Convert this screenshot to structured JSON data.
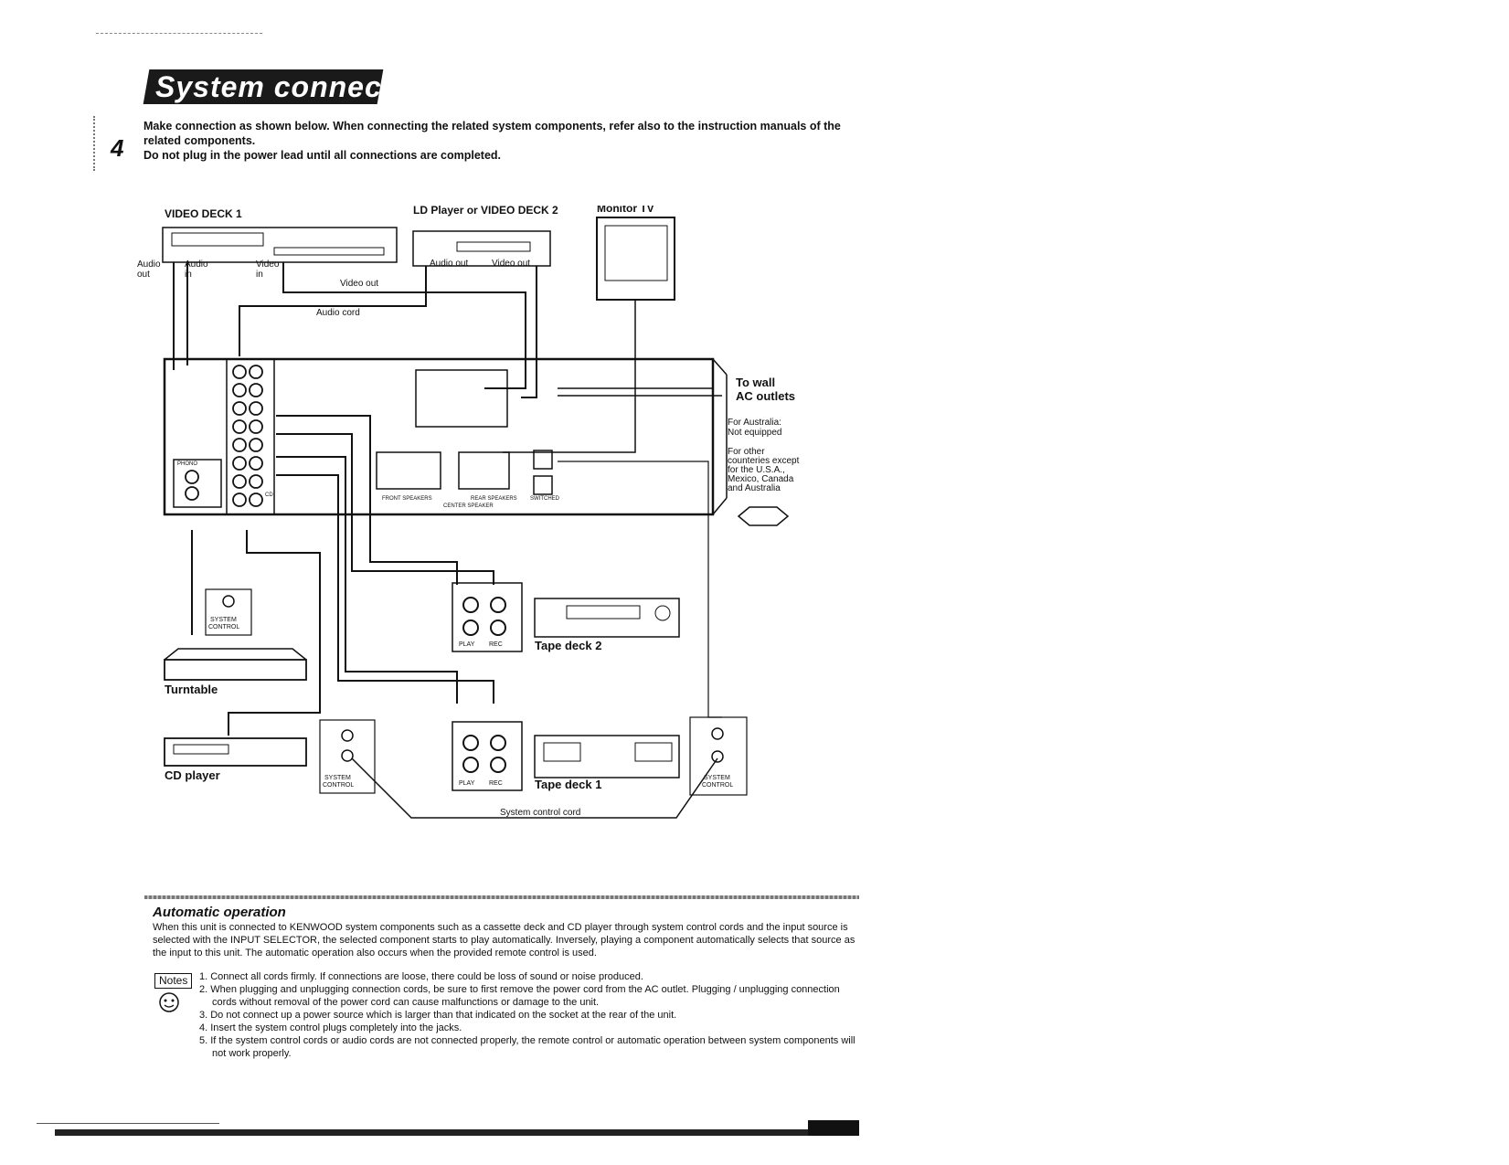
{
  "page": {
    "title": "System connection",
    "intro_number": "4",
    "intro": [
      "Make connection as shown below. When connecting the related system components, refer also to the instruction manuals of the related components.",
      "Do not plug in the power lead until all connections are completed."
    ]
  },
  "diagram": {
    "video_deck_1": "VIDEO DECK 1",
    "ld_player": "LD Player or VIDEO DECK 2",
    "monitor_tv": "Monitor TV",
    "audio_out_1": "Audio",
    "audio_out_2": "out",
    "audio_in_1": "Audio",
    "audio_in_2": "in",
    "video_in_1": "Video",
    "video_in_2": "in",
    "ld_audio_out": "Audio out",
    "ld_video_out": "Video out",
    "video_out_cord": "Video out",
    "audio_cord": "Audio cord",
    "to_wall_1": "To wall",
    "to_wall_2": "AC outlets",
    "australia_1": "For Australia:",
    "australia_2": "Not equipped",
    "other_1": "For other",
    "other_2": "counteries except",
    "other_3": "for the U.S.A.,",
    "other_4": "Mexico, Canada",
    "other_5": "and Australia",
    "system_control_1": "SYSTEM",
    "system_control_2": "CONTROL",
    "play": "PLAY",
    "rec": "REC",
    "tape_deck_2": "Tape deck 2",
    "tape_deck_1": "Tape deck 1",
    "turntable": "Turntable",
    "cd_player": "CD player",
    "system_control_cord": "System control cord",
    "phono": "PHONO",
    "cd": "CD",
    "front_speakers": "FRONT SPEAKERS",
    "center_speaker": "CENTER SPEAKER",
    "rear_speakers": "REAR SPEAKERS",
    "switched": "SWITCHED"
  },
  "automatic": {
    "heading": "Automatic operation",
    "body": "When this unit is connected to KENWOOD system components such as a cassette deck and CD player through system control cords and the input source is selected with the INPUT SELECTOR, the selected component starts to play automatically. Inversely, playing a component automatically selects that source as the input to this unit. The automatic operation also occurs when the provided remote control is used."
  },
  "notes": {
    "label": "Notes",
    "items": [
      "1. Connect all cords firmly. If connections are loose, there could be loss of sound or noise produced.",
      "2. When plugging and unplugging connection cords, be sure to first remove the power cord from the AC outlet. Plugging / unplugging connection cords without removal of the power cord can cause malfunctions or damage to the unit.",
      "3. Do not connect up a power source which is larger than that indicated on the socket at the rear of the unit.",
      "4. Insert the system control plugs completely into the jacks.",
      "5. If the system control cords or audio cords are not connected properly, the remote control or automatic operation between system components will not work properly."
    ]
  }
}
